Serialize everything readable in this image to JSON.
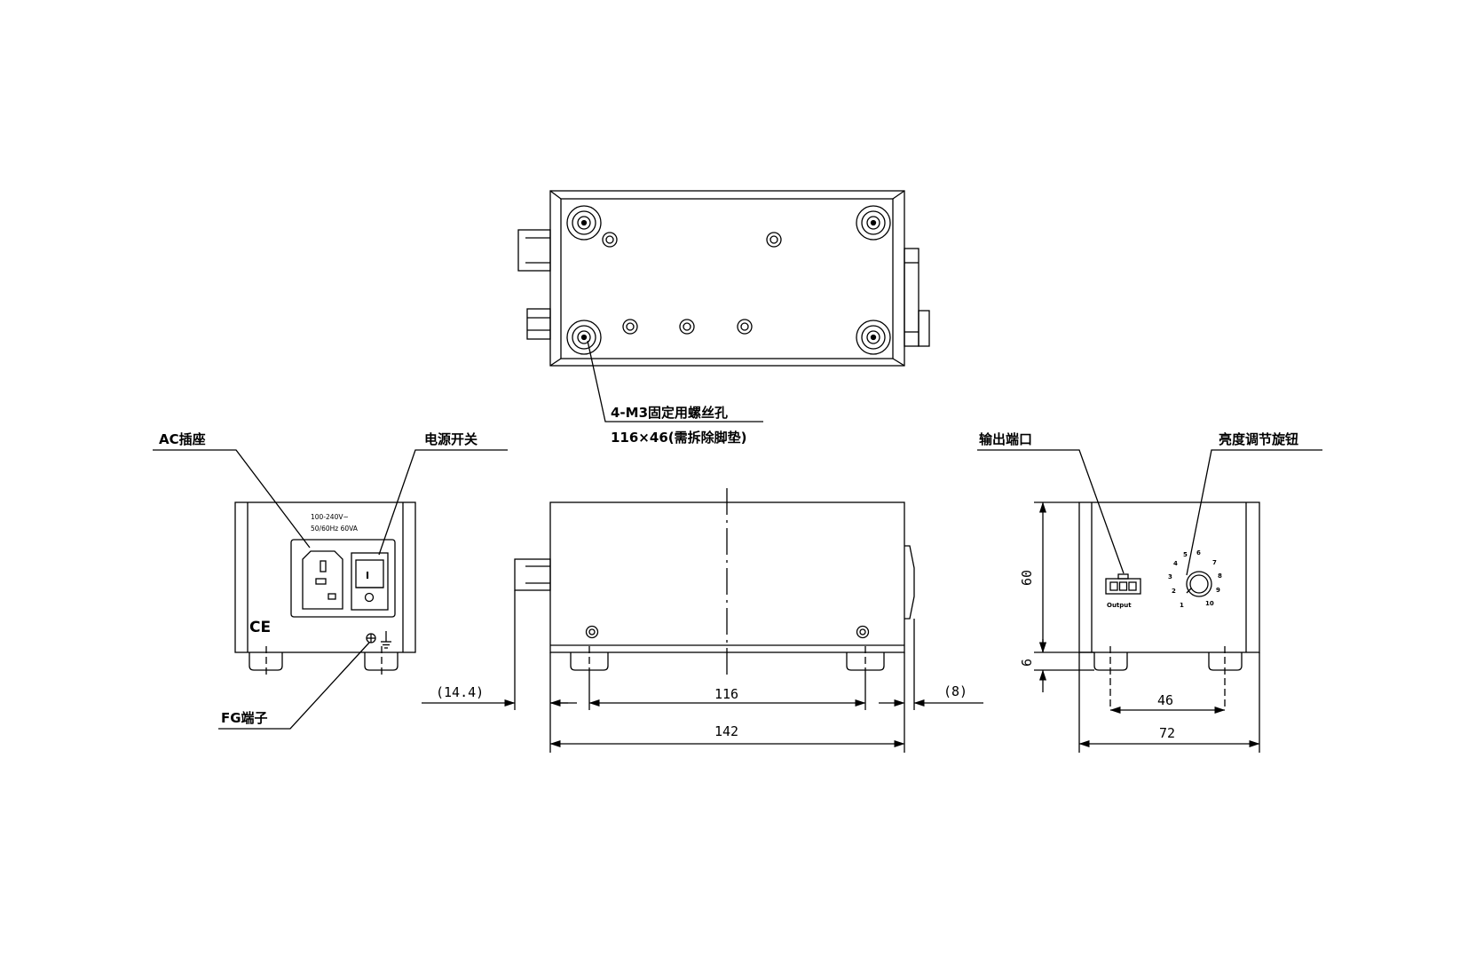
{
  "labels": {
    "screw_holes_line1": "4-M3固定用螺丝孔",
    "screw_holes_line2": "116×46(需拆除脚垫)",
    "ac_socket": "AC插座",
    "power_switch": "电源开关",
    "fg_terminal": "FG端子",
    "output_port": "输出端口",
    "brightness_knob": "亮度调节旋钮"
  },
  "front_panel": {
    "rating_line1": "100-240V~",
    "rating_line2": "50/60Hz 60VA",
    "ce_mark": "CE",
    "switch_symbol": "I"
  },
  "rear_panel": {
    "port_caption": "Output",
    "dial_marks": [
      "1",
      "2",
      "3",
      "4",
      "5",
      "6",
      "7",
      "8",
      "9",
      "10"
    ]
  },
  "dimensions": {
    "left_protrusion": "(14.4)",
    "foot_spacing_length": "116",
    "body_length": "142",
    "right_protrusion": "(8)",
    "body_height": "60",
    "foot_height": "6",
    "foot_spacing_width": "46",
    "body_width": "72"
  },
  "icons": {
    "ground_symbol": "ground-icon",
    "fg_screw": "screw-terminal-icon"
  }
}
